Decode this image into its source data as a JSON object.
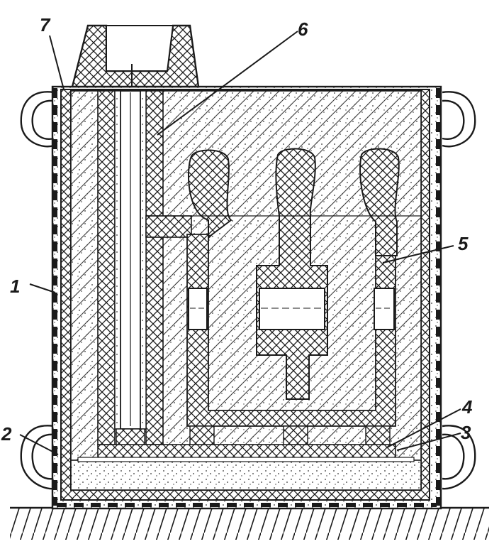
{
  "figure": {
    "background": "#ffffff",
    "ink_color": "#1a1a1a",
    "callouts": [
      {
        "id": "1",
        "text": "1"
      },
      {
        "id": "2",
        "text": "2"
      },
      {
        "id": "3",
        "text": "3"
      },
      {
        "id": "4",
        "text": "4"
      },
      {
        "id": "5",
        "text": "5"
      },
      {
        "id": "6",
        "text": "6"
      },
      {
        "id": "7",
        "text": "7"
      }
    ]
  }
}
